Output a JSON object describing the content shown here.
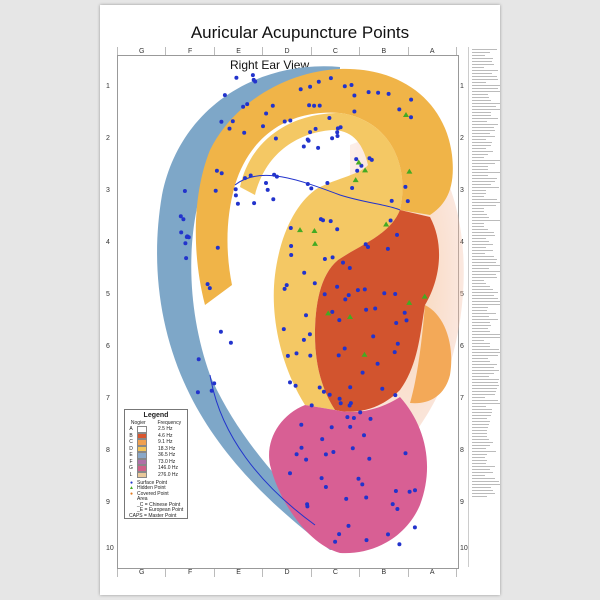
{
  "poster": {
    "title": "Auricular Acupuncture Points",
    "subtitle": "Right Ear View",
    "columns": [
      "G",
      "F",
      "E",
      "D",
      "C",
      "B",
      "A"
    ],
    "rows": [
      "1",
      "2",
      "3",
      "4",
      "5",
      "6",
      "7",
      "8",
      "9",
      "10"
    ]
  },
  "legend": {
    "title": "Legend",
    "header_nogier": "Nogier",
    "header_frequency": "Frequency",
    "frequencies": [
      {
        "letter": "A",
        "freq": "2.5 Hz",
        "color": "#ffffff"
      },
      {
        "letter": "B",
        "freq": "4.6 Hz",
        "color": "#d9562e"
      },
      {
        "letter": "C",
        "freq": "9.1 Hz",
        "color": "#f0a050"
      },
      {
        "letter": "D",
        "freq": "18.3 Hz",
        "color": "#f2c45a"
      },
      {
        "letter": "E",
        "freq": "36.5 Hz",
        "color": "#8aa8c8"
      },
      {
        "letter": "F",
        "freq": "73.0 Hz",
        "color": "#b070a8"
      },
      {
        "letter": "G",
        "freq": "146.0 Hz",
        "color": "#d0608a"
      },
      {
        "letter": "L",
        "freq": "276.0 Hz",
        "color": "#e8c89a"
      }
    ],
    "point_types": [
      {
        "marker": "●",
        "label": "Surface Point",
        "color": "#2233cc"
      },
      {
        "marker": "▲",
        "label": "Hidden Point",
        "color": "#44aa22"
      },
      {
        "marker": "●",
        "label": "Covered Point",
        "color": "#e07a20"
      },
      {
        "marker": "",
        "label": "Area",
        "color": "#999999"
      },
      {
        "marker": "",
        "label": "_C = Chinese Point",
        "color": "#222222"
      },
      {
        "marker": "",
        "label": "_E = European Point",
        "color": "#222222"
      }
    ],
    "note": "CAPS = Master Point"
  },
  "colors": {
    "helix": "#f0b448",
    "helix_rim": "#7ea7c8",
    "antihelix": "#f4c864",
    "concha": "#d2542e",
    "lobe": "#d85f94",
    "tragus": "#f3a958",
    "point": "#2233cc",
    "hidden": "#44aa22"
  }
}
